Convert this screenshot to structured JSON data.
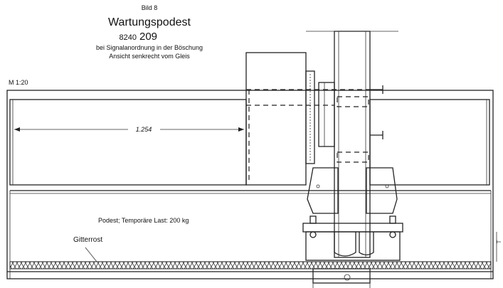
{
  "header": {
    "figure_label": "Bild 8",
    "title": "Wartungspodest",
    "number_prefix": "8240",
    "number_main": "209",
    "subtitle_1": "bei Signalanordnung in der Böschung",
    "subtitle_2": "Ansicht senkrecht vom Gleis"
  },
  "scale": "M 1:20",
  "dimension": "1.254",
  "labels": {
    "load_note": "Podest; Temporäre Last: 200 kg",
    "grating": "Gitterrost"
  },
  "side_mark": "T",
  "colors": {
    "line": "#222222",
    "background": "#ffffff"
  }
}
